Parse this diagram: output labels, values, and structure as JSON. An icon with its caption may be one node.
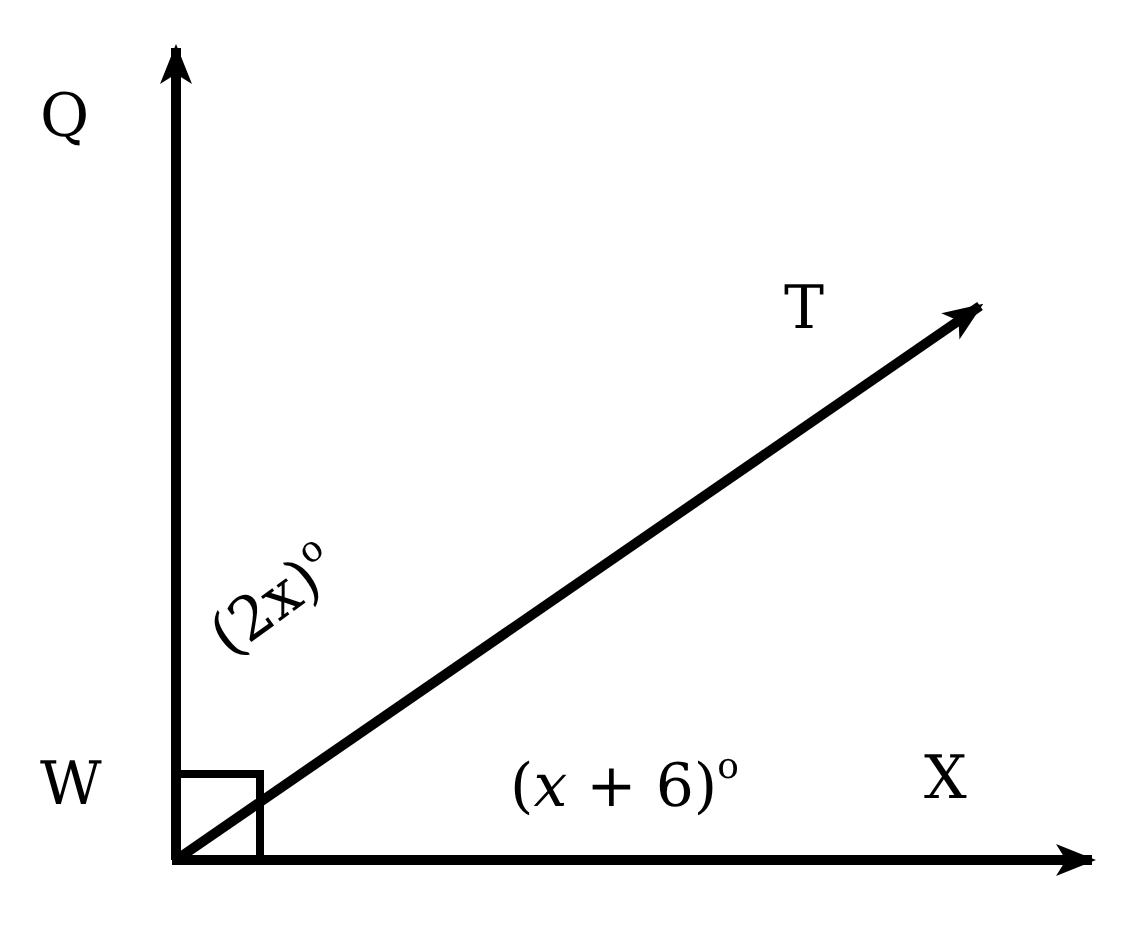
{
  "diagram": {
    "labels": [
      "Q",
      "T",
      "(2x)$^{o}$",
      "W",
      "(*x* + 6)$^{o}$",
      "X"
    ]
  }
}
